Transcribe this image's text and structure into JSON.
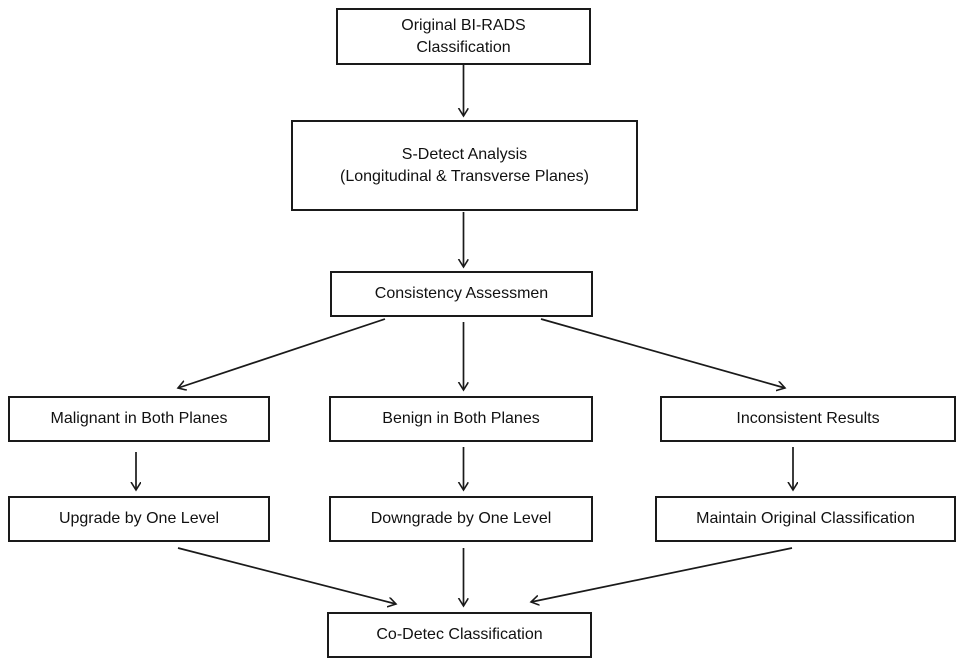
{
  "diagram": {
    "nodes": {
      "original": {
        "line1": "Original BI-RADS",
        "line2": "Classification"
      },
      "sdetect": {
        "line1": "S-Detect Analysis",
        "line2": "(Longitudinal & Transverse Planes)"
      },
      "consistency": {
        "label": "Consistency Assessmen"
      },
      "malignant": {
        "label": "Malignant in Both Planes"
      },
      "benign": {
        "label": "Benign in Both Planes"
      },
      "inconsistent": {
        "label": "Inconsistent Results"
      },
      "upgrade": {
        "label": "Upgrade by One Level"
      },
      "downgrade": {
        "label": "Downgrade by One Level"
      },
      "maintain": {
        "label": "Maintain Original Classification"
      },
      "codetec": {
        "label": "Co-Detec Classification"
      }
    },
    "colors": {
      "line": "#1a1a1a",
      "background": "#ffffff",
      "text": "#111111"
    }
  }
}
